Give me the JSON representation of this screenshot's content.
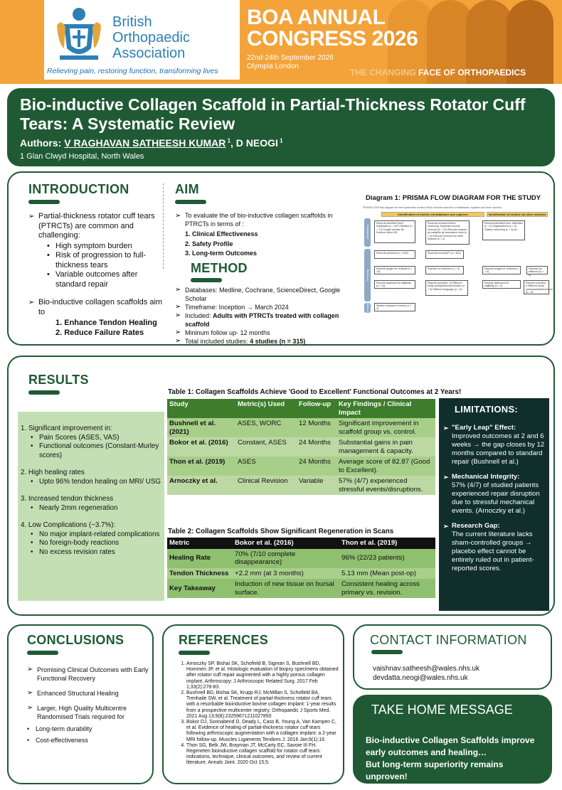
{
  "header": {
    "association_lines": [
      "British",
      "Orthopaedic",
      "Association"
    ],
    "association_tagline": "Relieving pain, restoring function, transforming lives",
    "congress_lines": [
      "BOA ANNUAL",
      "CONGRESS 2026"
    ],
    "congress_dates": "22nd-24th September 2026",
    "congress_venue": "Olympia London",
    "theme_faded": "THE CHANGING",
    "theme_bold": "FACE OF ORTHOPAEDICS"
  },
  "title": {
    "text": "Bio-inductive Collagen Scaffold in Partial-Thickness Rotator Cuff Tears: A Systematic Review",
    "authors_prefix": "Authors: ",
    "author_1": "V RAGHAVAN SATHEESH KUMAR",
    "author_1_sup": " 1",
    "author_sep": ", D NEOGI",
    "author_2_sup": " 1",
    "affiliation": "1 Glan Clwyd Hospital, North Wales"
  },
  "introduction": {
    "heading": "INTRODUCTION",
    "point1": "Partial-thickness rotator cuff tears (PTRCTs) are common and challenging:",
    "sub_points": [
      "High symptom burden",
      "Risk of progression to full-thickness tears",
      "Variable outcomes after standard repair"
    ],
    "point2": "Bio-inductive collagen scaffolds aim to",
    "aims": [
      "1.  Enhance Tendon Healing",
      "2.  Reduce Failure Rates"
    ]
  },
  "aim": {
    "heading": "AIM",
    "text": "To evaluate the of bio-inductive collagen scaffolds in PTRCTs in terms of :",
    "items": [
      "1.   Clinical Effectiveness",
      "2.   Safety Profile",
      "3.   Long-term Outcomes"
    ]
  },
  "method": {
    "heading": "METHOD",
    "items": [
      "Databases: Medline, Cochrane, ScienceDirect, Google Scholar",
      "Timeframe: Inception → March 2024"
    ],
    "included_prefix": "Included: ",
    "included_bold": "Adults with PTRCTs treated with collagen scaffold",
    "followup": "Mininum follow up- 12 months",
    "total_prefix": "Total included studies: ",
    "total_bold": "4 studies (n = 315)"
  },
  "prisma": {
    "caption": "Diagram 1: PRISMA FLOW DIAGRAM FOR THE STUDY",
    "subcaption": "PRISMA 2020 flow diagram for new systematic reviews which included searches of databases, registers and other sources",
    "col1_head": "Identification of studies via databases and registers",
    "col2_head": "Identification of studies via other methods",
    "stage_labels": [
      "Identification",
      "Screening",
      "Included"
    ],
    "box_identified": "Records identified from*: Databases (n = 647) Medline (n = 71) Google scholar 98, Science direct 431",
    "box_removed": "Records removed before screening: Duplicate records removed (n = 22) Records marked as ineligible by automation tools (n = 0) Records removed for other reasons (n = 0)",
    "box_other": "Records identified from: Websites (n = 0) Organisations (n = 0) Citation searching (n = 0) etc.",
    "box_screened": "Records screened (n = 625)",
    "box_excluded": "Records excluded** (n = 611)",
    "box_sought": "Reports sought for retrieval (n = 14)",
    "box_not_retrieved": "Reports not retrieved (n = 0)",
    "box_sought2": "Reports sought for retrieval (n = 0)",
    "box_not_retrieved2": "Reports not retrieved (n = 0)",
    "box_assessed": "Reports assessed for eligibility (n = 14)",
    "box_excl_reasons": "Reports excluded: 10 Different study participants/intervention (n = 5) Different language (n = 5)",
    "box_assessed2": "Reports assessed for eligibility (n = 0)",
    "box_excl2": "Reports excluded: 0 Different study participants/intervention (n = 0)",
    "box_included": "Studies included in review (n = 4)"
  },
  "results": {
    "heading": "RESULTS",
    "items": [
      {
        "title": "1.  Significant improvement in:",
        "subs": [
          "Pain Scores (ASES, VAS)",
          "Functional outcomes (Constant-Murley scores)"
        ]
      },
      {
        "title": "2.  High healing rates",
        "subs": [
          "Upto 96% tendon healing on MRI/ USG"
        ]
      },
      {
        "title": "3.  Increased tendon thickness",
        "subs": [
          "Nearly 2mm regeneration"
        ]
      },
      {
        "title": "4.  Low Complications (~3.7%):",
        "subs": [
          "No major implant-related complications",
          "No foreign-body reactions",
          "No excess revision rates"
        ]
      }
    ]
  },
  "table1": {
    "title": "Table 1: Collagen Scaffolds Achieve 'Good to Excellent' Functional Outcomes at 2 Years!",
    "headers": [
      "Study",
      "Metric(s) Used",
      "Follow-up",
      "Key Findings / Clinical Impact"
    ],
    "rows": [
      [
        "Bushnell et al. (2021)",
        "ASES, WORC",
        "12 Months",
        "Significant improvement in scaffold group vs. control."
      ],
      [
        "Bokor et al. (2016)",
        "Constant, ASES",
        "24 Months",
        "Substantial gains in pain management & capacity."
      ],
      [
        "Thon et al. (2019)",
        "ASES",
        "24 Months",
        "Average score of 82.87 (Good to Excellent)."
      ],
      [
        "Arnoczky et al.",
        "Clinical Revision",
        "Variable",
        "57% (4/7) experienced stressful events/disruptions."
      ]
    ]
  },
  "table2": {
    "title": "Table 2: Collagen Scaffolds Show Significant Regeneration in Scans",
    "headers": [
      "Metric",
      "Bokor et al. (2016)",
      "Thon et al. (2019)"
    ],
    "rows": [
      [
        "Healing Rate",
        "70% (7/10 complete disappearance)",
        "96% (22/23 patients)"
      ],
      [
        "Tendon Thickness",
        "+2.2 mm (at 3 months)",
        "5.13 mm (Mean post-op)"
      ],
      [
        "Key Takeaway",
        "Induction of new tissue on bursal surface.",
        "Consistent healing across primary vs. revision."
      ]
    ]
  },
  "limitations": {
    "heading": "LIMITATIONS:",
    "items": [
      {
        "label": "\"Early Leap\" Effect:",
        "desc": "Improved outcomes at 2 and 6 weeks → the gap closes by 12 months compared to standard repair (Bushnell et al.)"
      },
      {
        "label": "Mechanical Integrity:",
        "desc": "57% (4/7) of studied patients experienced repair disruption due to stressful mechanical events. (Arnoczky et al.)"
      },
      {
        "label": "Research Gap:",
        "desc": "The current literature lacks sham-controlled groups → placebo effect cannot be entirely ruled out in patient-reported scores."
      }
    ]
  },
  "conclusions": {
    "heading": "CONCLUSIONS",
    "items": [
      "Promising Clinical Outcomes with Early Functional Recovery",
      "Enhanced Structural Healing",
      "Larger, High Quality Multicentre Randomised Trials required for"
    ],
    "subs": [
      "Long-term durability",
      "Cost-effectiveness"
    ]
  },
  "references": {
    "heading": "REFERENCES",
    "items": [
      "Arnoczky SP, Bishai SK, Schofield B, Sigman S, Bushnell BD, Hommen JP, et al. Histologic evaluation of biopsy specimens obtained after rotator cuff repair augmented with a highly porous collagen implant. Arthroscopy: J Arthroscopic Related Surg. 2017 Feb 1;33(2):278-83.",
      "Bushnell BD, Bishai SK, Krupp RJ, McMillan S, Schofield BA, Trenhaile SW, et al. Treatment of partial-thickness rotator cuff tears with a resorbable bioinductive bovine collagen implant: 1-year results from a prospective multicenter registry. Orthopaedic J Sports Med. 2021 Aug 13;9(8):23259671211027850",
      "Bokor DJ, Sonnabend D, Deady L, Cass B, Young A, Van Kampen C, et al. Evidence of healing of partial-thickness rotator cuff tears following arthroscopic augmentation with a collagen implant: a 2-year MRI follow-up. Muscles Ligaments Tendons J. 2016 Jan;6(1):16.",
      "Thon SG, Belk JW, Brayman JT, McCarty EC, Savoie III FH. Regeneten bioinductive collagen scaffold for rotator cuff tears: indications, technique, clinical outcomes, and review of current literature. Annals Joint. 2020 Oct 15;5."
    ]
  },
  "contact": {
    "heading": "CONTACT INFORMATION",
    "emails": [
      "vaishnav.satheesh@wales.nhs.uk",
      "devdatta.neogi@wales.nhs.uk"
    ]
  },
  "takehome": {
    "heading": "TAKE HOME MESSAGE",
    "line1": "Bio-inductive Collagen Scaffolds improve early outcomes and healing…",
    "line2": "But long-term superiority remains unproven!"
  },
  "colors": {
    "brand_green": "#1f5a34",
    "header_orange": "#f3a33a",
    "limitations_bg": "#0f2e2c",
    "results_box": "#c5dfb5"
  }
}
